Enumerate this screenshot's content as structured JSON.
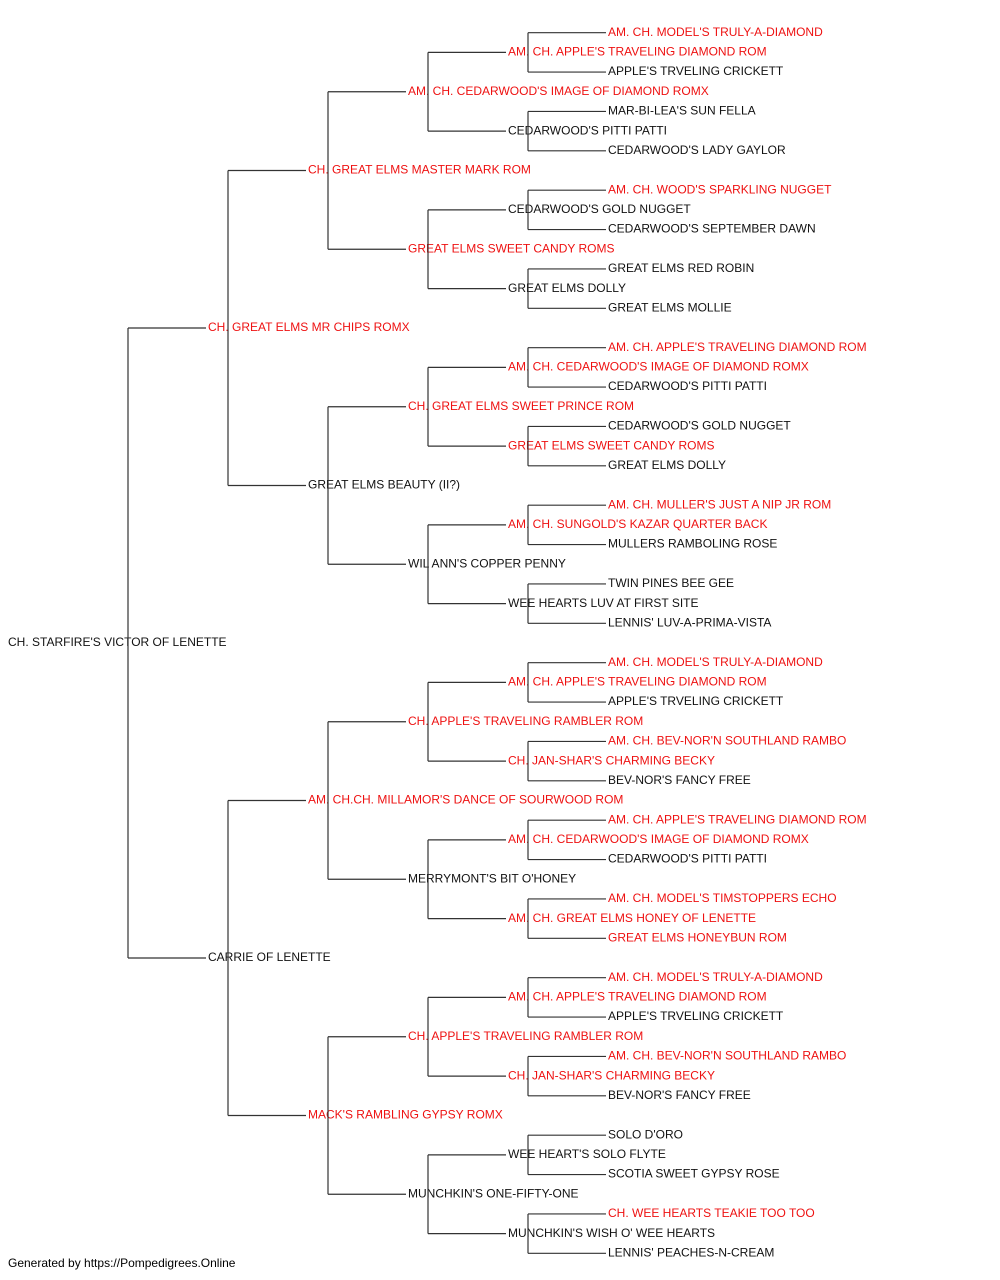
{
  "colors": {
    "titled": "#ee1111",
    "plain": "#111111",
    "line": "#333333"
  },
  "footer": "Generated by https://Pompedigrees.Online",
  "root": {
    "name": "CH. STARFIRE'S VICTOR OF LENETTE",
    "titled": false,
    "sire": {
      "name": "CH. GREAT ELMS MR CHIPS ROMX",
      "titled": true,
      "sire": {
        "name": "CH. GREAT ELMS MASTER MARK ROM",
        "titled": true,
        "sire": {
          "name": "AM. CH. CEDARWOOD'S IMAGE OF DIAMOND ROMX",
          "titled": true,
          "sire": {
            "name": "AM. CH. APPLE'S TRAVELING DIAMOND ROM",
            "titled": true,
            "sire": {
              "name": "AM. CH. MODEL'S TRULY-A-DIAMOND",
              "titled": true
            },
            "dam": {
              "name": "APPLE'S TRVELING CRICKETT",
              "titled": false
            }
          },
          "dam": {
            "name": "CEDARWOOD'S PITTI PATTI",
            "titled": false,
            "sire": {
              "name": "MAR-BI-LEA'S SUN FELLA",
              "titled": false
            },
            "dam": {
              "name": "CEDARWOOD'S LADY GAYLOR",
              "titled": false
            }
          }
        },
        "dam": {
          "name": "GREAT ELMS SWEET CANDY ROMS",
          "titled": true,
          "sire": {
            "name": "CEDARWOOD'S GOLD NUGGET",
            "titled": false,
            "sire": {
              "name": "AM. CH. WOOD'S SPARKLING NUGGET",
              "titled": true
            },
            "dam": {
              "name": "CEDARWOOD'S SEPTEMBER DAWN",
              "titled": false
            }
          },
          "dam": {
            "name": "GREAT ELMS DOLLY",
            "titled": false,
            "sire": {
              "name": "GREAT ELMS RED ROBIN",
              "titled": false
            },
            "dam": {
              "name": "GREAT ELMS MOLLIE",
              "titled": false
            }
          }
        }
      },
      "dam": {
        "name": "GREAT ELMS BEAUTY (II?)",
        "titled": false,
        "sire": {
          "name": "CH. GREAT ELMS SWEET PRINCE ROM",
          "titled": true,
          "sire": {
            "name": "AM. CH. CEDARWOOD'S IMAGE OF DIAMOND ROMX",
            "titled": true,
            "sire": {
              "name": "AM. CH. APPLE'S TRAVELING DIAMOND ROM",
              "titled": true
            },
            "dam": {
              "name": "CEDARWOOD'S PITTI PATTI",
              "titled": false
            }
          },
          "dam": {
            "name": "GREAT ELMS SWEET CANDY ROMS",
            "titled": true,
            "sire": {
              "name": "CEDARWOOD'S GOLD NUGGET",
              "titled": false
            },
            "dam": {
              "name": "GREAT ELMS DOLLY",
              "titled": false
            }
          }
        },
        "dam": {
          "name": "WIL ANN'S COPPER PENNY",
          "titled": false,
          "sire": {
            "name": "AM. CH. SUNGOLD'S KAZAR QUARTER BACK",
            "titled": true,
            "sire": {
              "name": "AM. CH. MULLER'S JUST A NIP JR ROM",
              "titled": true
            },
            "dam": {
              "name": "MULLERS RAMBOLING ROSE",
              "titled": false
            }
          },
          "dam": {
            "name": "WEE HEARTS LUV AT FIRST SITE",
            "titled": false,
            "sire": {
              "name": "TWIN PINES BEE GEE",
              "titled": false
            },
            "dam": {
              "name": "LENNIS' LUV-A-PRIMA-VISTA",
              "titled": false
            }
          }
        }
      }
    },
    "dam": {
      "name": "CARRIE OF LENETTE",
      "titled": false,
      "sire": {
        "name": "AM. CH.CH. MILLAMOR'S DANCE OF SOURWOOD ROM",
        "titled": true,
        "sire": {
          "name": "CH. APPLE'S TRAVELING RAMBLER ROM",
          "titled": true,
          "sire": {
            "name": "AM. CH. APPLE'S TRAVELING DIAMOND ROM",
            "titled": true,
            "sire": {
              "name": "AM. CH. MODEL'S TRULY-A-DIAMOND",
              "titled": true
            },
            "dam": {
              "name": "APPLE'S TRVELING CRICKETT",
              "titled": false
            }
          },
          "dam": {
            "name": "CH. JAN-SHAR'S CHARMING BECKY",
            "titled": true,
            "sire": {
              "name": "AM. CH. BEV-NOR'N SOUTHLAND RAMBO",
              "titled": true
            },
            "dam": {
              "name": "BEV-NOR'S FANCY FREE",
              "titled": false
            }
          }
        },
        "dam": {
          "name": "MERRYMONT'S BIT O'HONEY",
          "titled": false,
          "sire": {
            "name": "AM. CH. CEDARWOOD'S IMAGE OF DIAMOND ROMX",
            "titled": true,
            "sire": {
              "name": "AM. CH. APPLE'S TRAVELING DIAMOND ROM",
              "titled": true
            },
            "dam": {
              "name": "CEDARWOOD'S PITTI PATTI",
              "titled": false
            }
          },
          "dam": {
            "name": "AM. CH. GREAT ELMS HONEY OF LENETTE",
            "titled": true,
            "sire": {
              "name": "AM. CH. MODEL'S TIMSTOPPERS ECHO",
              "titled": true
            },
            "dam": {
              "name": "GREAT ELMS HONEYBUN ROM",
              "titled": true
            }
          }
        }
      },
      "dam": {
        "name": "MACK'S RAMBLING GYPSY ROMX",
        "titled": true,
        "sire": {
          "name": "CH. APPLE'S TRAVELING RAMBLER ROM",
          "titled": true,
          "sire": {
            "name": "AM. CH. APPLE'S TRAVELING DIAMOND ROM",
            "titled": true,
            "sire": {
              "name": "AM. CH. MODEL'S TRULY-A-DIAMOND",
              "titled": true
            },
            "dam": {
              "name": "APPLE'S TRVELING CRICKETT",
              "titled": false
            }
          },
          "dam": {
            "name": "CH. JAN-SHAR'S CHARMING BECKY",
            "titled": true,
            "sire": {
              "name": "AM. CH. BEV-NOR'N SOUTHLAND RAMBO",
              "titled": true
            },
            "dam": {
              "name": "BEV-NOR'S FANCY FREE",
              "titled": false
            }
          }
        },
        "dam": {
          "name": "MUNCHKIN'S ONE-FIFTY-ONE",
          "titled": false,
          "sire": {
            "name": "WEE HEART'S SOLO FLYTE",
            "titled": false,
            "sire": {
              "name": "SOLO D'ORO",
              "titled": false
            },
            "dam": {
              "name": "SCOTIA SWEET GYPSY ROSE",
              "titled": false
            }
          },
          "dam": {
            "name": "MUNCHKIN'S WISH O' WEE HEARTS",
            "titled": false,
            "sire": {
              "name": "CH. WEE HEARTS TEAKIE TOO TOO",
              "titled": true
            },
            "dam": {
              "name": "LENNIS' PEACHES-N-CREAM",
              "titled": false
            }
          }
        }
      }
    }
  }
}
